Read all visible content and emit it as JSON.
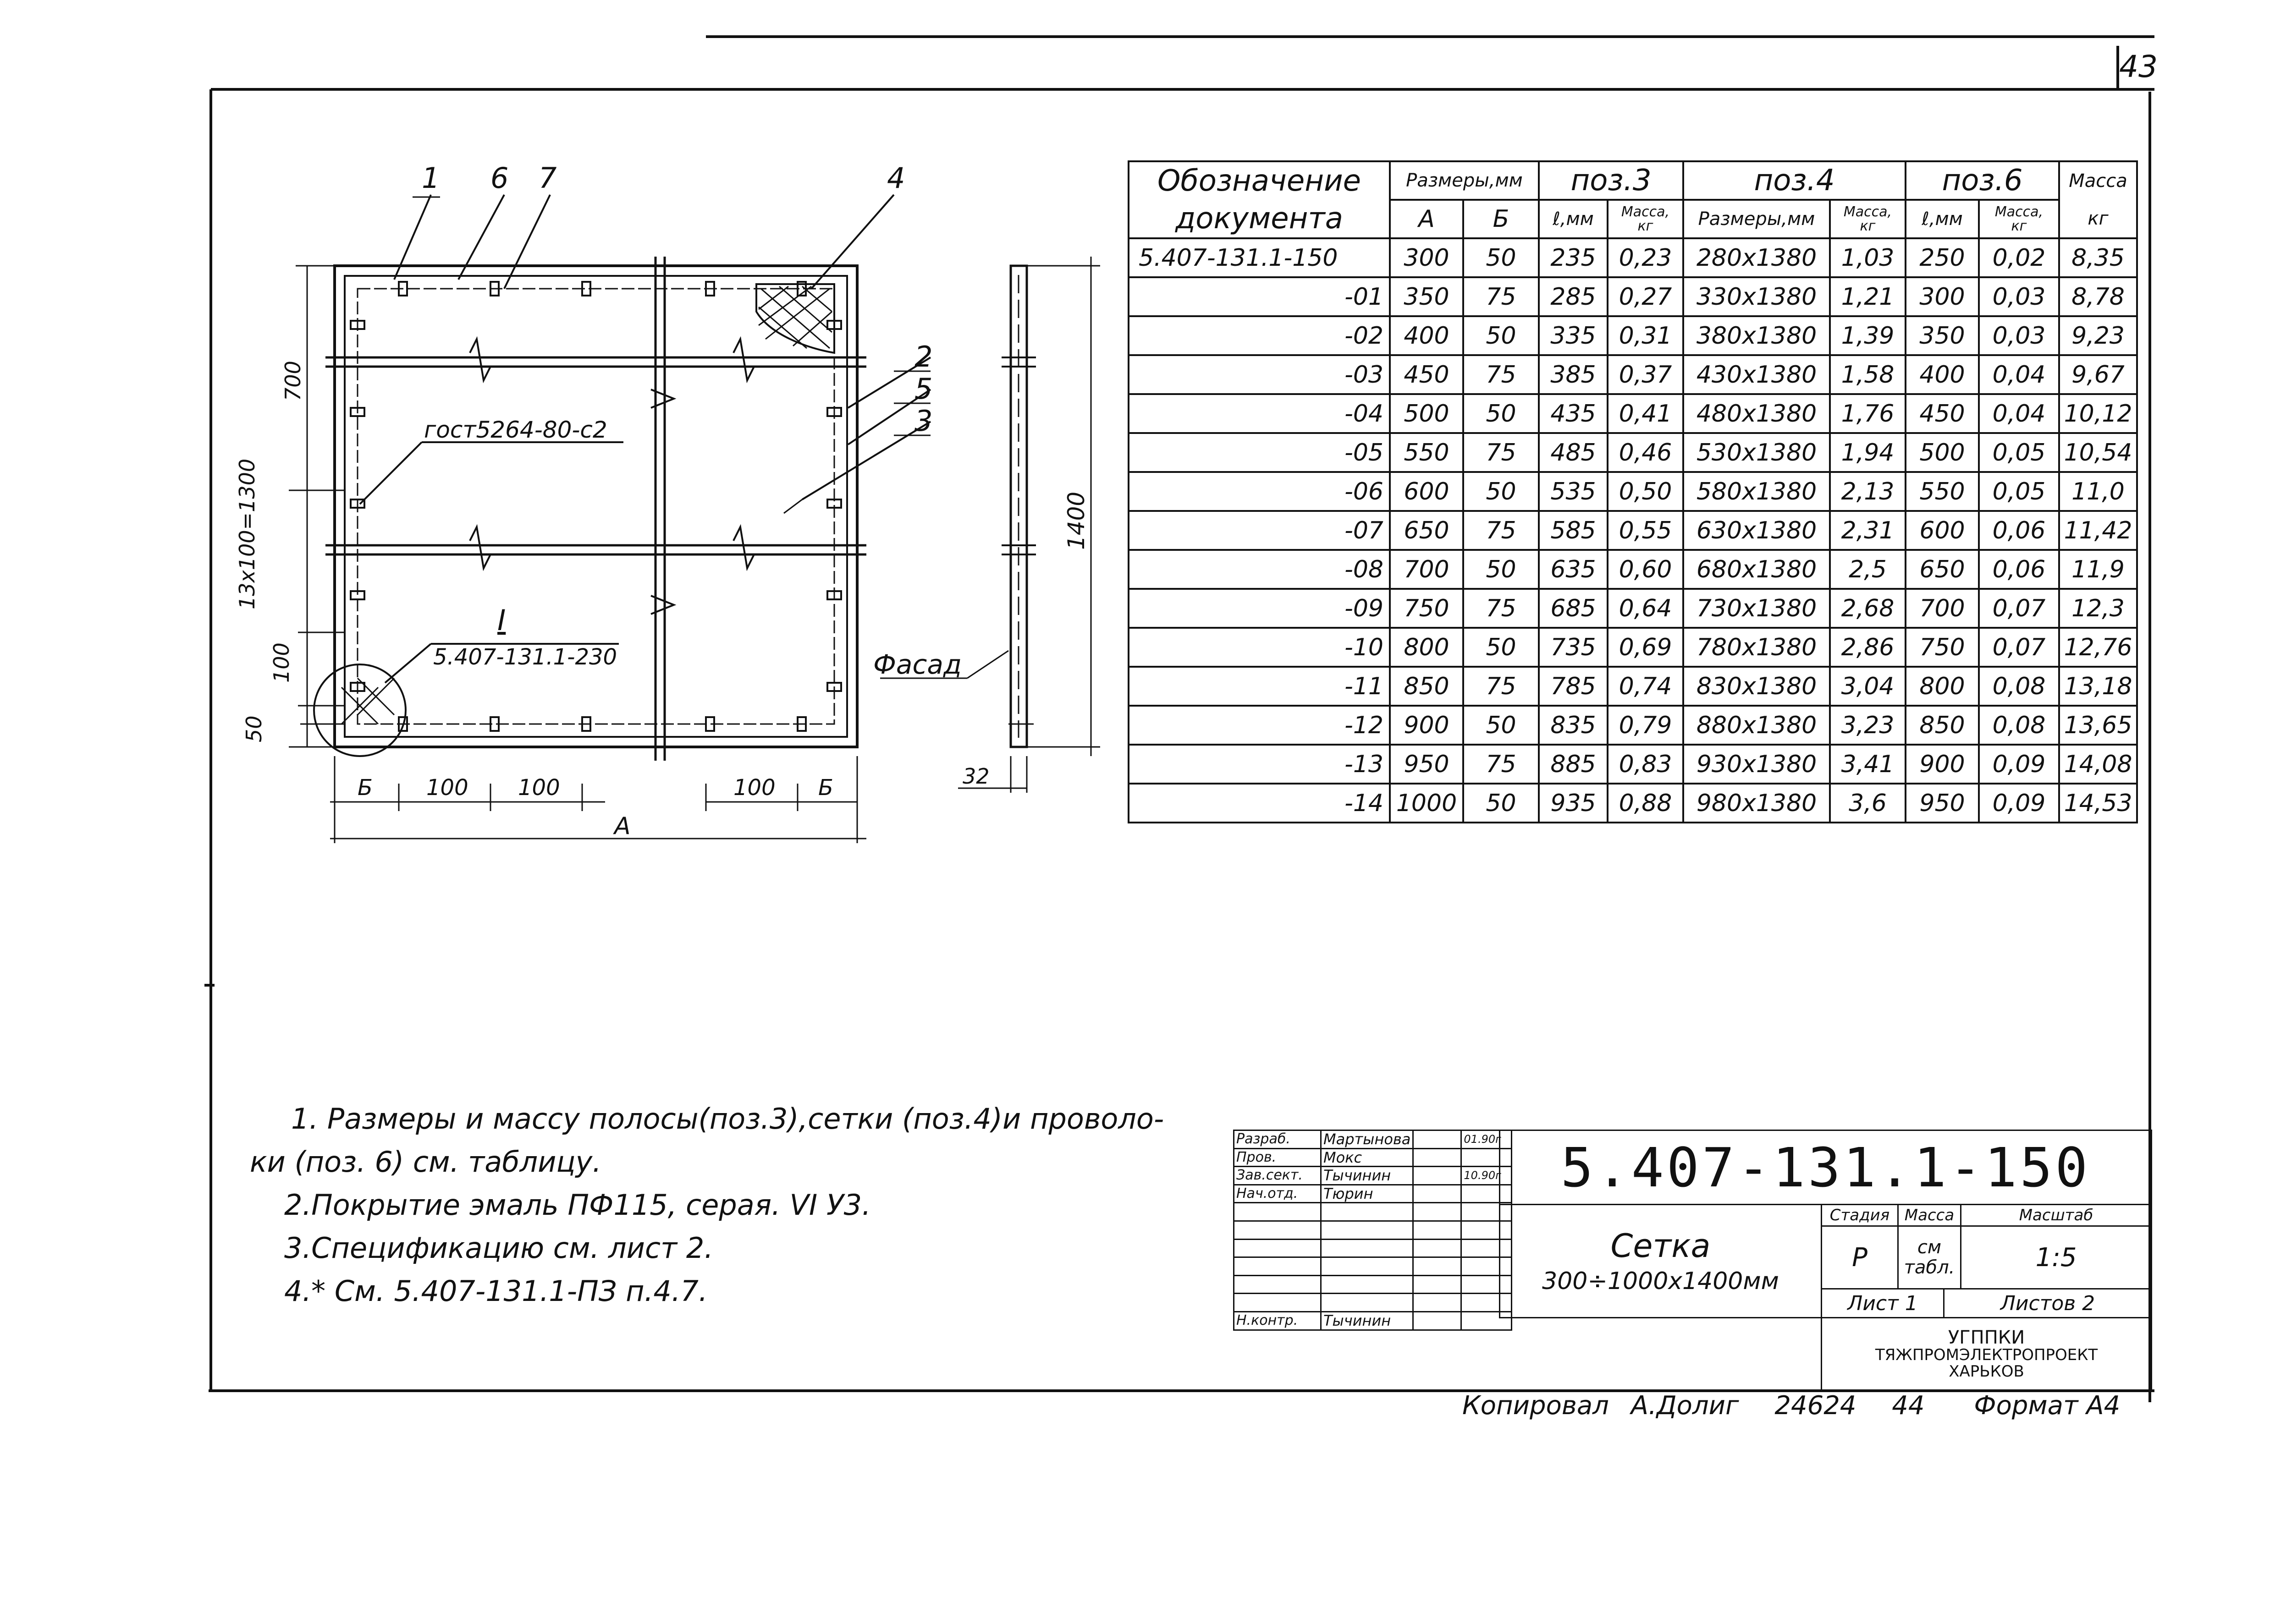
{
  "sheet": {
    "number": "43"
  },
  "drawing": {
    "callouts": [
      "1",
      "6",
      "7",
      "4",
      "2",
      "5",
      "3"
    ],
    "standard_label": "гост5264-80-с2",
    "detail_mark": "I",
    "detail_ref": "5.407-131.1-230",
    "facade_label": "Фасад",
    "dims": {
      "d700": "700",
      "d13x100": "13x100=1300",
      "d100_v": "100",
      "d50": "50",
      "d1400": "1400",
      "b_left": "Б",
      "d100_a": "100",
      "d100_b": "100",
      "d100_c": "100",
      "b_right": "Б",
      "a_total": "А",
      "d32": "32"
    }
  },
  "table": {
    "headers": {
      "designation_1": "Обозначение",
      "designation_2": "документа",
      "sizes": "Размеры,мм",
      "a": "А",
      "b": "Б",
      "pos3": "поз.3",
      "pos3_l": "ℓ,мм",
      "pos3_mass_1": "Масса,",
      "pos3_mass_2": "кг",
      "pos4": "поз.4",
      "pos4_size": "Размеры,мм",
      "pos4_mass_1": "Масса,",
      "pos4_mass_2": "кг",
      "pos6": "поз.6",
      "pos6_l": "ℓ,мм",
      "pos6_mass_1": "Масса,",
      "pos6_mass_2": "кг",
      "mass_1": "Масса",
      "mass_2": "кг"
    },
    "rows": [
      [
        "5.407-131.1-150",
        "300",
        "50",
        "235",
        "0,23",
        "280x1380",
        "1,03",
        "250",
        "0,02",
        "8,35"
      ],
      [
        "-01",
        "350",
        "75",
        "285",
        "0,27",
        "330x1380",
        "1,21",
        "300",
        "0,03",
        "8,78"
      ],
      [
        "-02",
        "400",
        "50",
        "335",
        "0,31",
        "380x1380",
        "1,39",
        "350",
        "0,03",
        "9,23"
      ],
      [
        "-03",
        "450",
        "75",
        "385",
        "0,37",
        "430x1380",
        "1,58",
        "400",
        "0,04",
        "9,67"
      ],
      [
        "-04",
        "500",
        "50",
        "435",
        "0,41",
        "480x1380",
        "1,76",
        "450",
        "0,04",
        "10,12"
      ],
      [
        "-05",
        "550",
        "75",
        "485",
        "0,46",
        "530x1380",
        "1,94",
        "500",
        "0,05",
        "10,54"
      ],
      [
        "-06",
        "600",
        "50",
        "535",
        "0,50",
        "580x1380",
        "2,13",
        "550",
        "0,05",
        "11,0"
      ],
      [
        "-07",
        "650",
        "75",
        "585",
        "0,55",
        "630x1380",
        "2,31",
        "600",
        "0,06",
        "11,42"
      ],
      [
        "-08",
        "700",
        "50",
        "635",
        "0,60",
        "680x1380",
        "2,5",
        "650",
        "0,06",
        "11,9"
      ],
      [
        "-09",
        "750",
        "75",
        "685",
        "0,64",
        "730x1380",
        "2,68",
        "700",
        "0,07",
        "12,3"
      ],
      [
        "-10",
        "800",
        "50",
        "735",
        "0,69",
        "780x1380",
        "2,86",
        "750",
        "0,07",
        "12,76"
      ],
      [
        "-11",
        "850",
        "75",
        "785",
        "0,74",
        "830x1380",
        "3,04",
        "800",
        "0,08",
        "13,18"
      ],
      [
        "-12",
        "900",
        "50",
        "835",
        "0,79",
        "880x1380",
        "3,23",
        "850",
        "0,08",
        "13,65"
      ],
      [
        "-13",
        "950",
        "75",
        "885",
        "0,83",
        "930x1380",
        "3,41",
        "900",
        "0,09",
        "14,08"
      ],
      [
        "-14",
        "1000",
        "50",
        "935",
        "0,88",
        "980x1380",
        "3,6",
        "950",
        "0,09",
        "14,53"
      ]
    ]
  },
  "notes": [
    "1. Размеры и массу полосы(поз.3),сетки (поз.4)и проволо-",
    "ки (поз. 6) см. таблицу.",
    "2.Покрытие  эмаль ПФ115, серая. VI У3.",
    "3.Спецификацию см. лист 2.",
    "4.* См. 5.407-131.1-ПЗ п.4.7."
  ],
  "title_block": {
    "roles": [
      {
        "role": "Разраб.",
        "name": "Мартынова",
        "date": "01.90г"
      },
      {
        "role": "Пров.",
        "name": "Мокс",
        "date": ""
      },
      {
        "role": "Зав.сект.",
        "name": "Тычинин",
        "date": "10.90г"
      },
      {
        "role": "Нач.отд.",
        "name": "Тюрин",
        "date": ""
      },
      {
        "role": "",
        "name": "",
        "date": ""
      },
      {
        "role": "",
        "name": "",
        "date": ""
      },
      {
        "role": "",
        "name": "",
        "date": ""
      },
      {
        "role": "",
        "name": "",
        "date": ""
      },
      {
        "role": "",
        "name": "",
        "date": ""
      },
      {
        "role": "",
        "name": "",
        "date": ""
      },
      {
        "role": "Н.контр.",
        "name": "Тычинин",
        "date": ""
      }
    ],
    "code": "5.407-131.1-150",
    "title": "Сетка",
    "subtitle": "300÷1000x1400мм",
    "stage_label": "Стадия",
    "mass_label": "Масса",
    "scale_label": "Масштаб",
    "stage": "Р",
    "mass_1": "см",
    "mass_2": "табл.",
    "scale": "1:5",
    "sheet_label": "Лист 1",
    "sheets_label": "Листов 2",
    "org_1": "УГППКИ",
    "org_2": "ТЯЖПРОМЭЛЕКТРОПРОЕКТ",
    "org_3": "ХАРЬКОВ"
  },
  "footer": {
    "copied": "Копировал",
    "signature": "А.Долиг",
    "order": "24624",
    "order2": "44",
    "format": "Формат А4"
  }
}
